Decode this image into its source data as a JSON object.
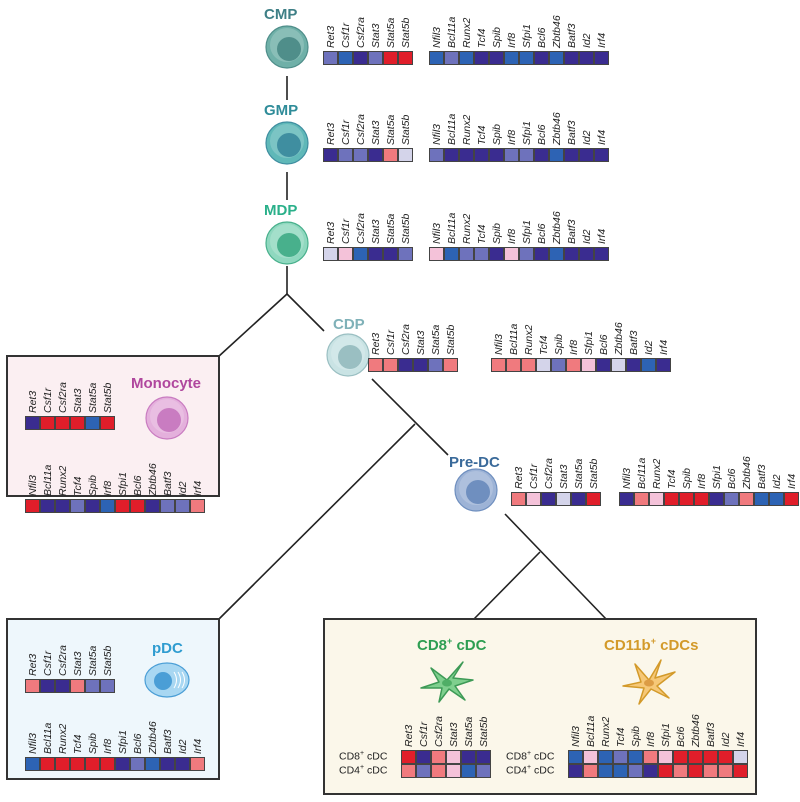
{
  "color_scale": {
    "R": "#e01e2a",
    "S": "#f07a7e",
    "P": "#f4c2d9",
    "L": "#d4d4ea",
    "M": "#6e72bc",
    "B": "#2d63b4",
    "D": "#3a2c90"
  },
  "genes": {
    "receptors": [
      "Ret3",
      "Csf1r",
      "Csf2ra",
      "Stat3",
      "Stat5a",
      "Stat5b"
    ],
    "tfs": [
      "Nfil3",
      "Bcl11a",
      "Runx2",
      "Tcf4",
      "Spib",
      "Irf8",
      "Sfpi1",
      "Bcl6",
      "Zbtb46",
      "Batf3",
      "Id2",
      "Irf4"
    ]
  },
  "nodes": [
    {
      "id": "cmp",
      "title": "CMP",
      "title_color": "#3e7f86",
      "cell_outer": "#6fb0a8",
      "cell_inner": "#4f8e8a",
      "receptors": [
        "M",
        "B",
        "D",
        "M",
        "R",
        "R"
      ],
      "tfs": [
        "B",
        "M",
        "B",
        "D",
        "D",
        "B",
        "B",
        "D",
        "B",
        "D",
        "D",
        "D"
      ]
    },
    {
      "id": "gmp",
      "title": "GMP",
      "title_color": "#2f8c99",
      "cell_outer": "#5fb8b8",
      "cell_inner": "#3f8ea0",
      "receptors": [
        "D",
        "M",
        "M",
        "D",
        "S",
        "L"
      ],
      "tfs": [
        "M",
        "D",
        "D",
        "D",
        "D",
        "M",
        "M",
        "D",
        "B",
        "D",
        "D",
        "D"
      ]
    },
    {
      "id": "mdp",
      "title": "MDP",
      "title_color": "#2ab08a",
      "cell_outer": "#8fd8bf",
      "cell_inner": "#48b08c",
      "receptors": [
        "L",
        "P",
        "B",
        "D",
        "D",
        "M"
      ],
      "tfs": [
        "P",
        "B",
        "M",
        "M",
        "D",
        "P",
        "M",
        "D",
        "B",
        "D",
        "D",
        "D"
      ]
    },
    {
      "id": "cdp",
      "title": "CDP",
      "title_color": "#7fb1b8",
      "cell_outer": "#c9e3e4",
      "cell_inner": "#9abfc2",
      "receptors": [
        "S",
        "S",
        "D",
        "D",
        "M",
        "S"
      ],
      "tfs": [
        "S",
        "S",
        "S",
        "L",
        "M",
        "S",
        "P",
        "D",
        "L",
        "D",
        "B",
        "D"
      ]
    },
    {
      "id": "predc",
      "title": "Pre-DC",
      "title_color": "#3a6a9a",
      "cell_outer": "#9db3d6",
      "cell_inner": "#6f8fbf",
      "receptors": [
        "S",
        "P",
        "D",
        "L",
        "D",
        "R"
      ],
      "tfs": [
        "D",
        "S",
        "P",
        "R",
        "R",
        "R",
        "D",
        "M",
        "S",
        "B",
        "B",
        "R"
      ]
    },
    {
      "id": "monocyte",
      "title": "Monocyte",
      "title_color": "#b0479e",
      "cell_outer": "#e4b0dc",
      "cell_inner": "#c97cc1",
      "receptors": [
        "D",
        "R",
        "R",
        "R",
        "B",
        "R"
      ],
      "tfs": [
        "R",
        "D",
        "D",
        "M",
        "D",
        "B",
        "R",
        "R",
        "D",
        "M",
        "M",
        "S"
      ]
    },
    {
      "id": "pdc",
      "title": "pDC",
      "title_color": "#2f9cd0",
      "cell_outer": "#a8d7f2",
      "cell_inner": "#4a9ed6",
      "receptors": [
        "S",
        "D",
        "D",
        "S",
        "M",
        "M"
      ],
      "tfs": [
        "B",
        "R",
        "R",
        "R",
        "R",
        "R",
        "D",
        "M",
        "B",
        "D",
        "D",
        "S"
      ]
    }
  ],
  "cdc": {
    "cd8_title": "CD8",
    "cd8_title_sup": "+",
    "cd8_title_suffix": " cDC",
    "cd8_color": "#2e9e52",
    "cd11b_title": "CD11b",
    "cd11b_title_sup": "+",
    "cd11b_title_suffix": " cDCs",
    "cd11b_color": "#d39a2a",
    "row_labels": [
      {
        "main": "CD8",
        "sup": "+",
        "suffix": " cDC"
      },
      {
        "main": "CD4",
        "sup": "+",
        "suffix": " cDC"
      }
    ],
    "receptors": [
      [
        "R",
        "D",
        "S",
        "P",
        "D",
        "D"
      ],
      [
        "S",
        "M",
        "S",
        "P",
        "B",
        "M"
      ]
    ],
    "tfs": [
      [
        "B",
        "P",
        "B",
        "M",
        "B",
        "S",
        "P",
        "R",
        "R",
        "R",
        "R",
        "L"
      ],
      [
        "D",
        "S",
        "B",
        "B",
        "M",
        "D",
        "R",
        "S",
        "R",
        "S",
        "S",
        "R"
      ]
    ]
  },
  "icons": {
    "cell": "round-cell-icon",
    "pdc_cell": "plasmacytoid-cell-icon",
    "dendritic": "dendritic-cell-icon"
  }
}
